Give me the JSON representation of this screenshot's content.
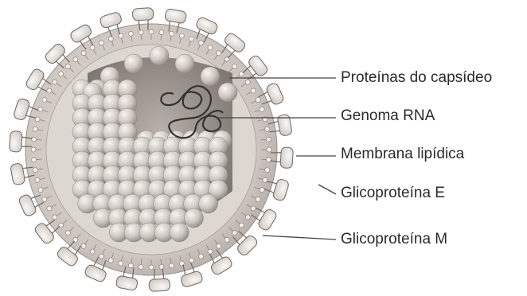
{
  "labels": {
    "capsid_proteins": "Proteínas do capsídeo",
    "rna_genome": "Genoma RNA",
    "lipid_membrane": "Membrana lipídica",
    "glycoprotein_e": "Glicoproteína E",
    "glycoprotein_m": "Glicoproteína M"
  },
  "colors": {
    "outer_disc": "#cdc6c0",
    "outer_disc_edge": "#9a928c",
    "inner_ring": "#ddd7d2",
    "sphere_light": "#f6f4f2",
    "sphere_mid": "#c9c2bc",
    "sphere_dark": "#8e8680",
    "core_shadow": "#7d7570",
    "rna_strand": "#333333",
    "leader_line": "#444444",
    "spike": "#e7e2de",
    "spike_edge": "#6f6862"
  }
}
